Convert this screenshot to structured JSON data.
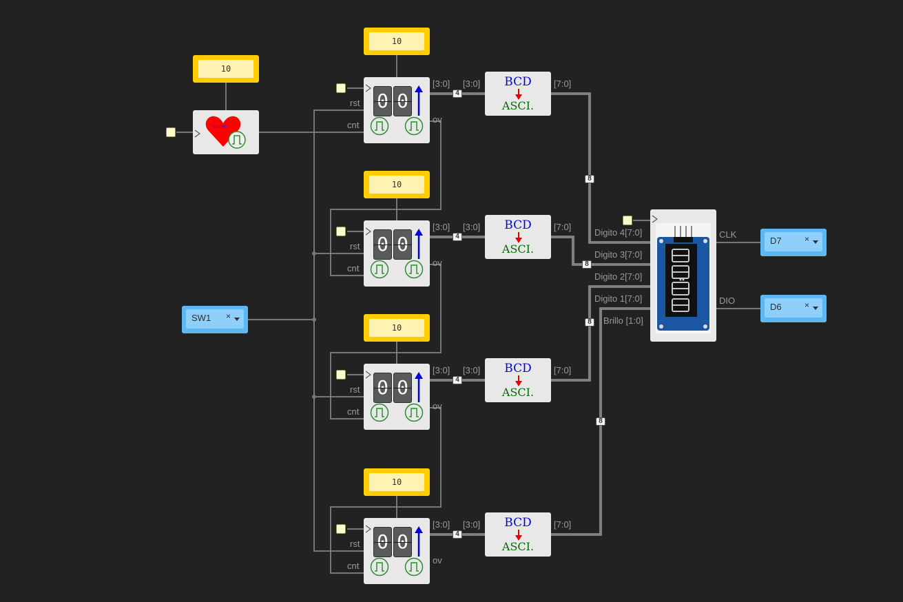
{
  "constants": {
    "heart_period": "10",
    "counter1": "10",
    "counter2": "10",
    "counter3": "10",
    "counter4": "10"
  },
  "heart": {
    "label": "msec",
    "color": "#ff0000"
  },
  "counter_ports": {
    "rst": "rst",
    "cnt": "cnt",
    "ov": "ov",
    "digit_left": "0",
    "digit_right": "0"
  },
  "bus_ranges": {
    "counter_out": "[3:0]",
    "bcd_in": "[3:0]",
    "bcd_out": "[7:0]"
  },
  "bus_widths": {
    "four": "4",
    "eight": "8"
  },
  "bcd_block": {
    "top": "BCD",
    "bottom": "ASCI."
  },
  "display": {
    "inputs": [
      "Digito 4[7:0]",
      "Digito 3[7:0]",
      "Digito 2[7:0]",
      "Digito 1[7:0]",
      "Brillo [1:0]"
    ],
    "outputs": [
      "CLK",
      "DIO"
    ]
  },
  "io_blocks": {
    "switch": "SW1",
    "clk_pin": "D7",
    "dio_pin": "D6",
    "clear_symbol": "×"
  },
  "colors": {
    "background": "#222222",
    "constant": "#ffcc00",
    "io": "#5cb8f5",
    "wire": "#777777"
  }
}
